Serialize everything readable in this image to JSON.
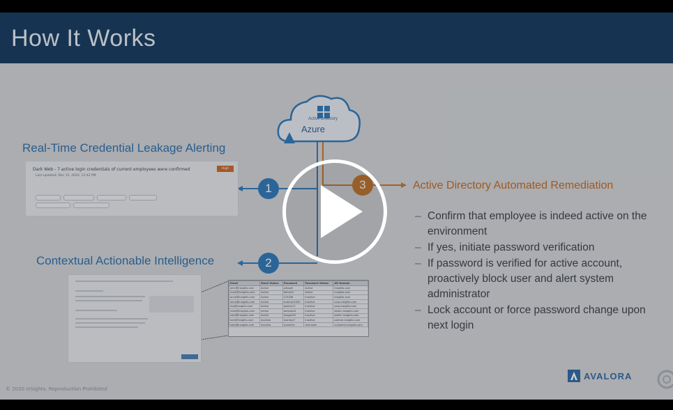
{
  "slide": {
    "title": "How It Works",
    "copyright": "© 2020 inSights. Reproduction Prohibited"
  },
  "cloud": {
    "directory_label": "Active Directory",
    "brand": "Azure"
  },
  "steps": [
    {
      "number": "1",
      "heading": "Real-Time Credential Leakage Alerting"
    },
    {
      "number": "2",
      "heading": "Contextual Actionable Intelligence"
    },
    {
      "number": "3",
      "heading": "Active Directory Automated Remediation"
    }
  ],
  "remediation_bullets": [
    "Confirm that employee is indeed active on the environment",
    "If yes, initiate password verification",
    "If password is verified for active account, proactively block user and alert system administrator",
    "Lock account or force password change upon next login"
  ],
  "alert_card": {
    "title": "Dark Web - 7 active login credentials of current employees were confirmed",
    "subtitle": "Last updated: Dec 15, 2020, 12:42 PM",
    "badge": "High"
  },
  "table": {
    "headers": [
      "Email",
      "Email Status",
      "Password",
      "Password Status",
      "AD Domain"
    ],
    "rows": [
      [
        "john@insights.com",
        "Active",
        "p4ssw0",
        "Active",
        "insights.com"
      ],
      [
        "mark@insights.com",
        "Active",
        "letme1n",
        "Active",
        "insights.com"
      ],
      [
        "anna@insights.com",
        "Active",
        "123456",
        "Inactive",
        "insights.com"
      ],
      [
        "dave@insights.com",
        "Active",
        "summer2020",
        "Inactive",
        "corp.insights.com"
      ],
      [
        "lisa@insights.com",
        "Active",
        "qwerty12",
        "Inactive",
        "corp.insights.com"
      ],
      [
        "mike@insights.com",
        "Active",
        "welcome1",
        "Inactive",
        "admin.insights.com"
      ],
      [
        "sara@insights.com",
        "Active",
        "dragon99",
        "Inactive",
        "admin.insights.com"
      ],
      [
        "tom@insights.com",
        "Inactive",
        "monkey7",
        "Inactive",
        "partner.insights.com"
      ],
      [
        "kate@insights.com",
        "Inactive",
        "sunshine",
        "Unknown",
        "customer.insights.com"
      ]
    ]
  },
  "logo": {
    "name": "AVALORA"
  },
  "icons": {
    "play": "play-icon",
    "cloud": "cloud-icon",
    "windows": "windows-logo-icon"
  },
  "colors": {
    "header": "#143a5e",
    "blue": "#2f79b8",
    "orange": "#c5782c"
  }
}
